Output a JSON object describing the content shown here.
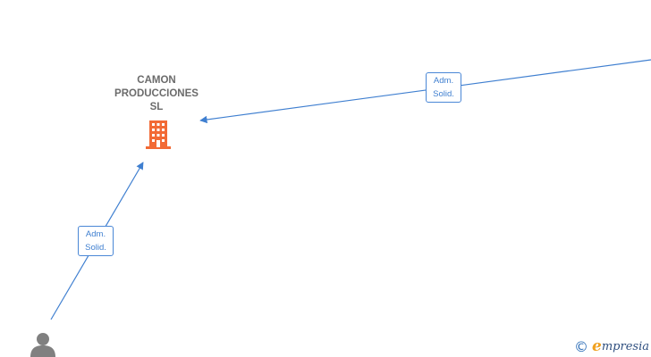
{
  "nodes": {
    "company": {
      "name_lines": [
        "CAMON",
        "PRODUCCIONES",
        "SL"
      ],
      "icon": "building-icon",
      "color": "#f26a35"
    },
    "person": {
      "icon": "person-icon",
      "color": "#808080"
    }
  },
  "edges": [
    {
      "label_lines": [
        "Adm.",
        "Solid."
      ],
      "from": "offscreen-right",
      "to": "company"
    },
    {
      "label_lines": [
        "Adm.",
        "Solid."
      ],
      "from": "person",
      "to": "company"
    }
  ],
  "colors": {
    "edge": "#3f7fd0",
    "label_text": "#6b6b6b"
  },
  "footer": {
    "copyright_symbol": "©",
    "brand_initial": "e",
    "brand_rest": "mpresia"
  }
}
